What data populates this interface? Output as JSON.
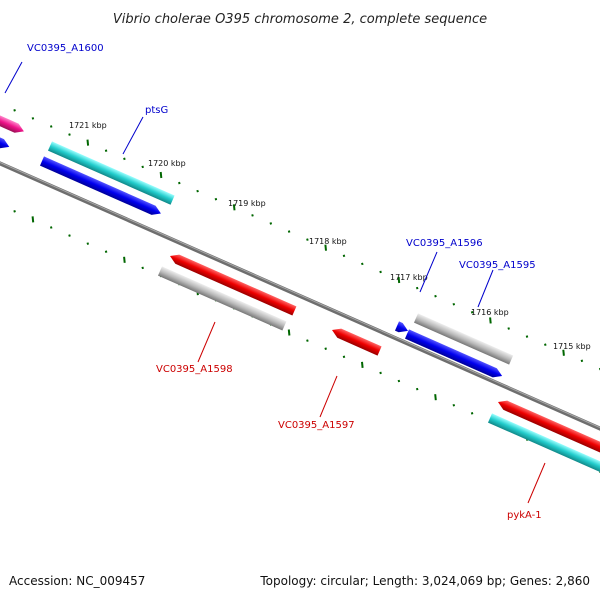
{
  "title": "Vibrio cholerae O395 chromosome 2, complete sequence",
  "footer": {
    "accession": "Accession: NC_009457",
    "topology": "Topology: circular; Length: 3,024,069 bp; Genes: 2,860"
  },
  "kbp_labels": [
    "1721 kbp",
    "1720 kbp",
    "1719 kbp",
    "1718 kbp",
    "1717 kbp",
    "1716 kbp",
    "1715 kbp"
  ],
  "gene_labels": [
    {
      "text": "VC0395_A1600",
      "color": "#0000cc"
    },
    {
      "text": "ptsG",
      "color": "#0000cc"
    },
    {
      "text": "VC0395_A1596",
      "color": "#0000cc"
    },
    {
      "text": "VC0395_A1595",
      "color": "#0000cc"
    },
    {
      "text": "VC0395_A1598",
      "color": "#cc0000"
    },
    {
      "text": "VC0395_A1597",
      "color": "#cc0000"
    },
    {
      "text": "pykA-1",
      "color": "#cc0000"
    }
  ],
  "colors": {
    "backbone": "#808080",
    "tick": "#006600",
    "cds_plus": "#0000dd",
    "cds_minus": "#ee0000",
    "cog_cyan": "#22cccc",
    "cog_gray": "#b4b4b4",
    "cog_pink": "#ee1188"
  }
}
